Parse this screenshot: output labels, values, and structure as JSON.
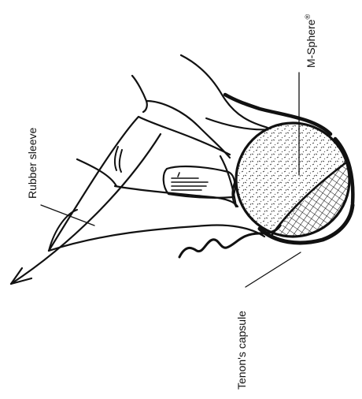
{
  "labels": {
    "rubber_sleeve": "Rubber sleeve",
    "m_sphere": "M-Sphere",
    "m_sphere_mark": "®",
    "tenons_capsule": "Tenon's capsule"
  },
  "colors": {
    "ink": "#111111",
    "background": "#ffffff"
  }
}
